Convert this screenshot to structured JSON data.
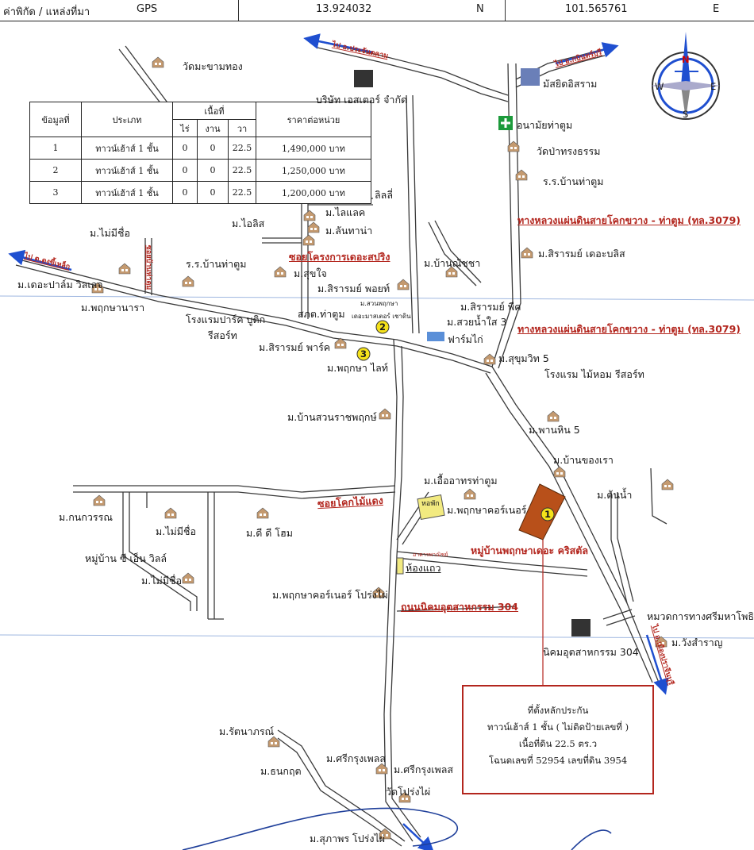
{
  "header": {
    "coord_label": "ค่าพิกัด / แหล่งที่มา",
    "source": "GPS",
    "latitude": "13.924032",
    "lat_suffix": "N",
    "longitude": "101.565761",
    "lon_suffix": "E"
  },
  "price_table": {
    "headers": {
      "no": "ข้อมูลที่",
      "type": "ประเภท",
      "area": "เนื้อที่",
      "rai": "ไร่",
      "ngan": "งาน",
      "wa": "วา",
      "price": "ราคาต่อหน่วย"
    },
    "rows": [
      {
        "no": "1",
        "type": "ทาวน์เฮ้าส์ 1 ชั้น",
        "rai": "0",
        "ngan": "0",
        "wa": "22.5",
        "price": "1,490,000 บาท"
      },
      {
        "no": "2",
        "type": "ทาวน์เฮ้าส์ 1 ชั้น",
        "rai": "0",
        "ngan": "0",
        "wa": "22.5",
        "price": "1,250,000 บาท"
      },
      {
        "no": "3",
        "type": "ทาวน์เฮ้าส์ 1 ชั้น",
        "rai": "0",
        "ngan": "0",
        "wa": "22.5",
        "price": "1,200,000 บาท"
      }
    ]
  },
  "compass": {
    "n": "N",
    "s": "S",
    "e": "E",
    "w": "W"
  },
  "road_arrows": {
    "top": "ไป อ.ประจันตคาม",
    "top_right": "ไป อ.กบินทร์บุรี",
    "left": "ไป ต.ดงขี้เหล็ก",
    "bottom_right": "ไป อ.เมืองปราจีนบุรี",
    "vertical_soi": "ซอยบ้านท่าตูม"
  },
  "highways": {
    "hw1": "ทางหลวงแผ่นดินสายโคกขวาง - ท่าตูม (ทล.3079)",
    "hw2": "ทางหลวงแผ่นดินสายโคกขวาง - ท่าตูม (ทล.3079)",
    "soi_project": "ซอยโครงการเดอะสปริง",
    "soi_khok": "ซอยโคกไม้แดง",
    "industrial_road": "ถนนนิคมอุตสาหกรรม 304"
  },
  "landmarks": {
    "wat_makham": "วัดมะขามทอง",
    "company": "บริษัท เอสเตอร์ จำกัด",
    "mosque": "มัสยิดอิสราม",
    "health": "อนามัยท่าตูม",
    "wat_pa": "วัดป่าทรงธรรม",
    "school1": "ร.ร.บ้านท่าตูม",
    "school2": "ร.ร.บ้านท่าตูม",
    "hotel_park": "โรงแรมปาร์ค บูติก",
    "hotel_park2": "รีสอร์ท",
    "police": "สภต.ท่าตูม",
    "farm": "ฟาร์มไก่",
    "hotel_maihom": "โรงแรม ไม้หอม รีสอร์ท",
    "dorm": "หอพัก",
    "shophouse": "ห้องแถว",
    "shophouse_small": "อาคารพาณิชย์",
    "highway_office": "หมวดการทางศรีมหาโพธิ",
    "industrial": "นิคมอุตสาหกรรม 304",
    "wat_prong": "วัดโปร่งไผ่"
  },
  "villages": {
    "lilli": "ลิลลี่",
    "mai_mee_1": "ม.ไม่มีชื่อ",
    "ailis": "ม.ไอลิส",
    "lilac": "ม.ไลแลค",
    "lanthana": "ม.ลันทาน่า",
    "sukjai": "ม.สุขใจ",
    "sirarom_point": "ม.สิรารมย์ พอยท์",
    "banmanchacha": "ม.บ้านณัชชา",
    "sirarom_bliss": "ม.สิรารมย์ เดอะบลิส",
    "palm_villa": "ม.เดอะปาล์ม วิลเลจ",
    "nara": "ม.พฤกษานารา",
    "suan_pruksa": "ม.สวนพฤกษา",
    "master_chain": "เดอะมาสเตอร์ เชาดิน",
    "sirarom_peak": "ม.สิรารมย์ พีค",
    "suay_nam_sai": "ม.สวยน้ำใส 3",
    "sirarom_park": "ม.สิรารมย์ พาร์ค",
    "pruksa_light": "ม.พฤกษา ไลท์",
    "sukhumvit": "ม.สุขุมวิท 5",
    "suan_ratcha": "ม.บ้านสวนราชพฤกษ์",
    "panhin": "ม.พานหิน 5",
    "ban_khong_rao": "ม.บ้านของเรา",
    "uea_athon": "ม.เอื้ออาทรท่าตูม",
    "pruksa_corner": "ม.พฤกษาคอร์เนอร์",
    "ton_nam": "ม.ต้นน้ำ",
    "kanokwan": "ม.กนกวรรณ",
    "mai_mee_2": "ม.ไม่มีชื่อ",
    "dd_home": "ม.ดี ดี โฮม",
    "cn_ville": "หมู่บ้าน ซี เอ็น วิลล์",
    "mai_mee_3": "ม.ไม่มีชื่อ",
    "crystal": "หมู่บ้านพฤกษาเดอะ คริสตัล",
    "corner_prong": "ม.พฤกษาคอร์เนอร์ โปร่งไผ่",
    "wang_samran": "ม.วังสำราญ",
    "rattana": "ม.รัตนาภรณ์",
    "thanakrit": "ม.ธนกฤต",
    "sri_krung1": "ม.ศรีกรุงเพลส",
    "sri_krung2": "ม.ศรีกรุงเพลส",
    "suphap": "ม.สุภาพร โปร่งไผ่"
  },
  "markers": {
    "m1": "1",
    "m2": "2",
    "m3": "3"
  },
  "collateral": {
    "line1": "ที่ตั้งหลักประกัน",
    "line2": "ทาวน์เฮ้าส์ 1 ชั้น ( ไม่ติดป้ายเลขที่ )",
    "line3": "เนื้อที่ดิน 22.5 ตร.ว",
    "line4": "โฉนดเลขที่  52954 เลขที่ดิน 3954"
  },
  "colors": {
    "road": "#3a3a3a",
    "accent_red": "#b3261e",
    "arrow_blue": "#1f4fd0",
    "marker_yellow": "#f5e21a",
    "parcel": "#b8501a"
  }
}
